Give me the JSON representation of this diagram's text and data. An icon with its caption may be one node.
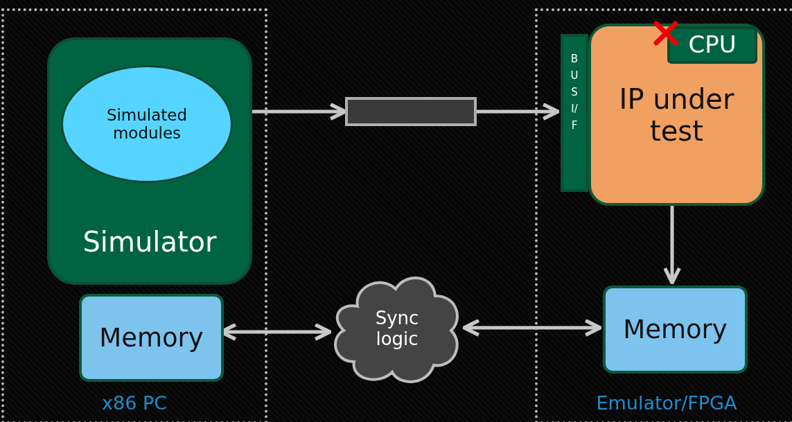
{
  "diagram": {
    "nodes": [
      {
        "text": [
          "x86 PC"
        ]
      },
      {
        "text": [
          "Simulator"
        ],
        "in": 0
      },
      {
        "text": [
          "Simulated modules"
        ],
        "in": 1
      },
      {
        "text": [
          "Memory"
        ],
        "in": 0
      },
      {
        "text": [
          "Emulator/FPGA"
        ]
      },
      {
        "text": [
          "BUS I/F"
        ],
        "in": 4
      },
      {
        "text": [
          "IP under test"
        ],
        "in": 4
      },
      {
        "text": [
          "CPU"
        ],
        "in": 6
      },
      {
        "text": [
          "Memory"
        ],
        "in": 4
      },
      {
        "text": [],
        "shape": "box"
      },
      {
        "text": [
          "Sync logic"
        ]
      }
    ],
    "edges": [
      {
        "from": 2,
        "to": 9,
        "arrow": "to"
      },
      {
        "from": 9,
        "to": 5,
        "arrow": "to"
      },
      {
        "from": 6,
        "to": 8,
        "arrow": "to"
      },
      {
        "from": 3,
        "to": 10,
        "arrow": "both"
      },
      {
        "from": 10,
        "to": 8,
        "arrow": "both"
      }
    ]
  }
}
